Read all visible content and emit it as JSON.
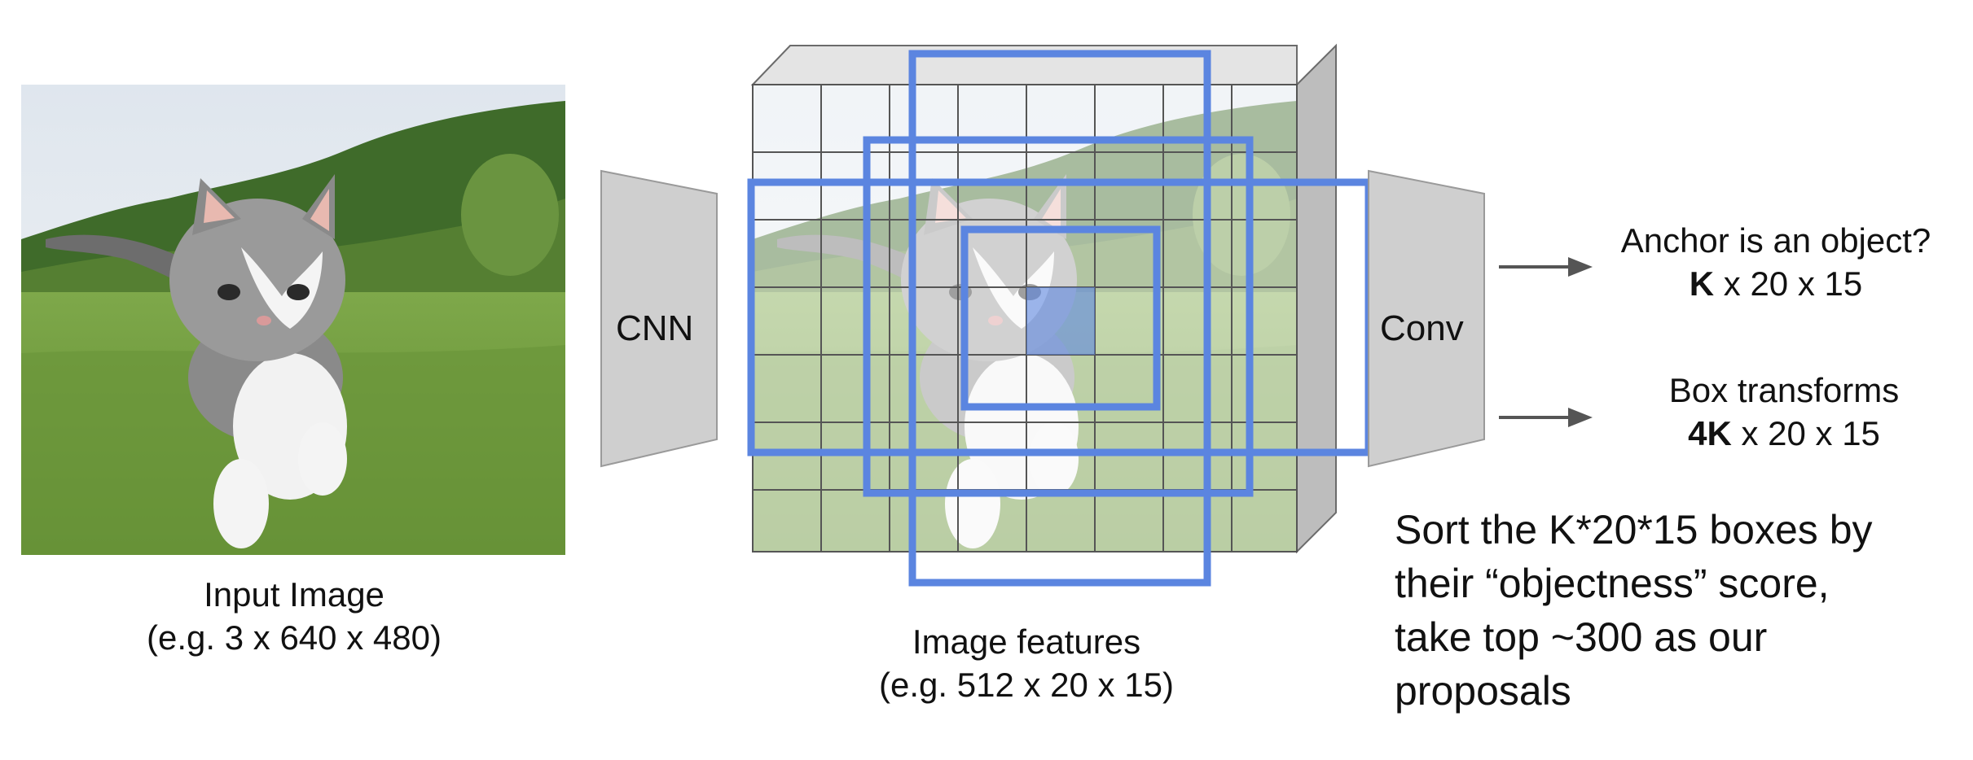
{
  "input": {
    "title": "Input Image",
    "subtitle": "(e.g. 3 x 640 x 480)"
  },
  "cnn": {
    "label": "CNN"
  },
  "features": {
    "title": "Image features",
    "subtitle": "(e.g. 512 x 20 x 15)"
  },
  "conv": {
    "label": "Conv"
  },
  "outputs": {
    "objectness": {
      "question": "Anchor is an object?",
      "bold": "K",
      "rest": " x 20 x 15"
    },
    "box": {
      "title": "Box transforms",
      "bold": "4K",
      "rest": " x 20 x 15"
    }
  },
  "note": {
    "lines": [
      "Sort the K*20*15 boxes by",
      "their “objectness” score,",
      "take top ~300 as our",
      "proposals"
    ]
  },
  "colors": {
    "anchor_box": "#5b85e0",
    "trapezoid": "#cfcfcf",
    "arrow": "#555555",
    "sky": "#e9eef2",
    "grass": "#6f9a3b",
    "trees": "#3f6b2a"
  },
  "icons": {
    "cat": "kitten-photo",
    "arrow": "right-arrow-icon"
  }
}
